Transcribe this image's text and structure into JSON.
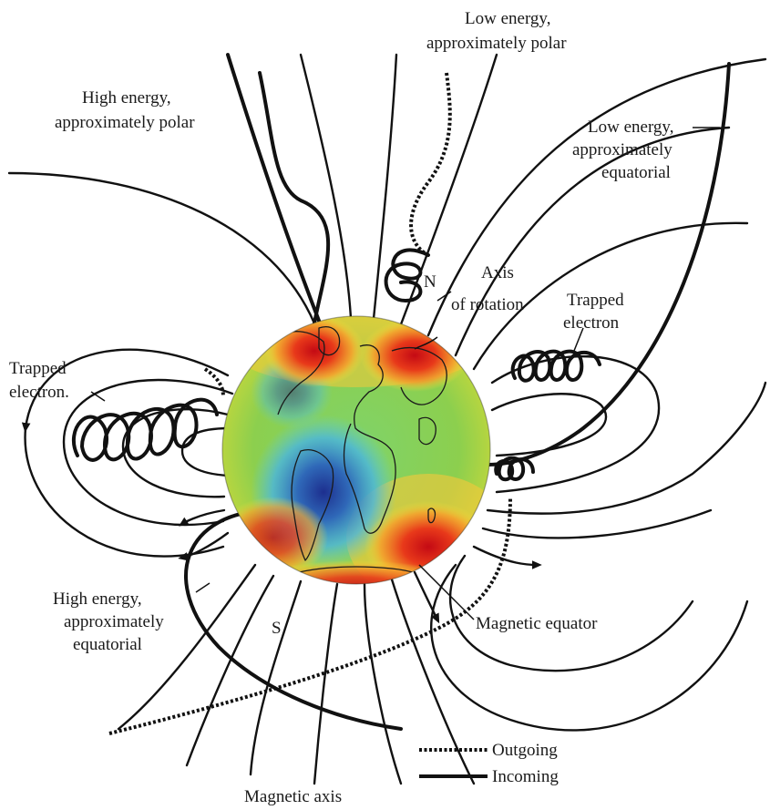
{
  "labels": {
    "low_energy_polar": [
      "Low energy,",
      "approximately polar"
    ],
    "high_energy_polar": [
      "High energy,",
      "approximately polar"
    ],
    "low_energy_equatorial": [
      "Low energy,",
      "approximately",
      "equatorial"
    ],
    "axis_rotation": [
      "Axis",
      "of  rotation"
    ],
    "north": "N",
    "trapped_electron_right": [
      "Trapped",
      "electron"
    ],
    "trapped_electron_left": [
      "Trapped",
      "electron."
    ],
    "high_energy_equatorial": [
      "High energy,",
      "approximately",
      "equatorial"
    ],
    "south": "S",
    "magnetic_equator": "Magnetic equator",
    "magnetic_axis": "Magnetic axis"
  },
  "legend": {
    "outgoing": "Outgoing",
    "incoming": "Incoming"
  },
  "colors": {
    "ink": "#111111",
    "globe_hot": "#d7191c",
    "globe_warm": "#fdae61",
    "globe_mid": "#a6d96a",
    "globe_cool": "#2b83ba",
    "globe_cold": "#253494"
  }
}
